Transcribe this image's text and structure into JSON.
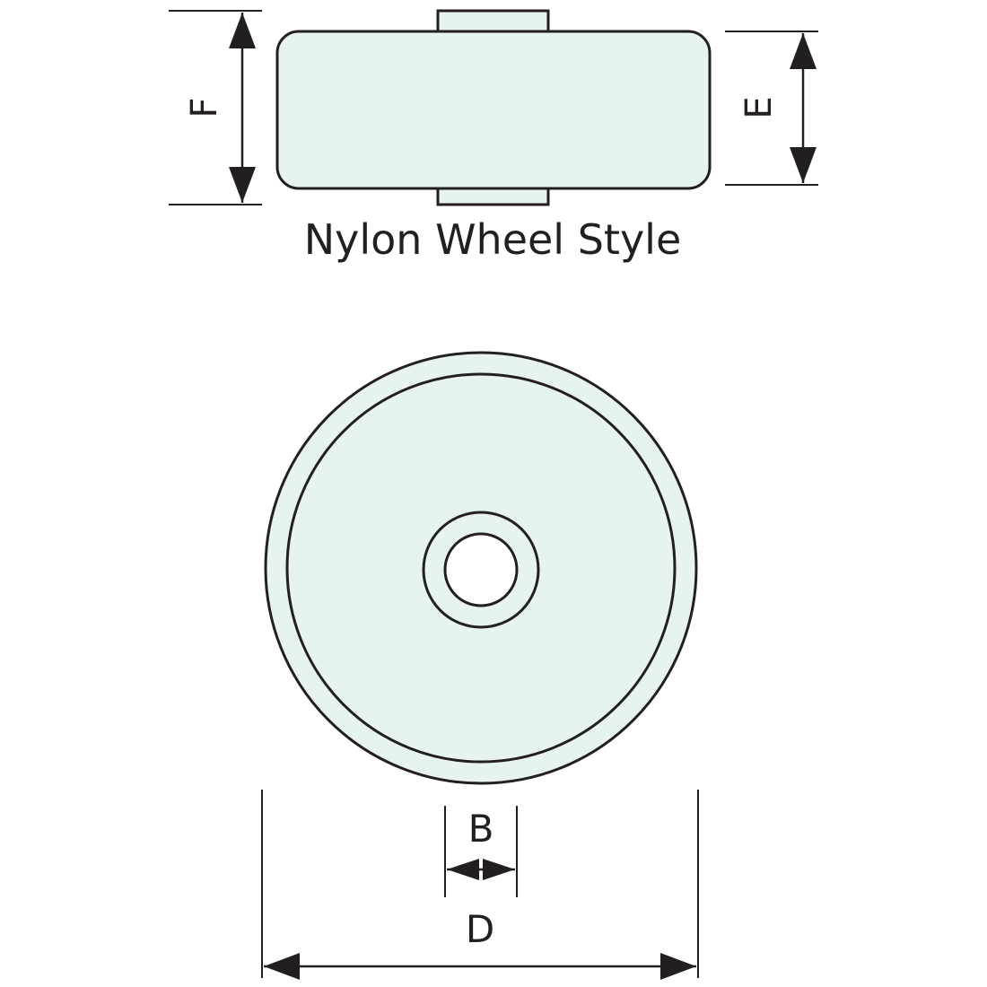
{
  "title": "Nylon Wheel Style",
  "dimensions": {
    "b": "B",
    "d": "D",
    "e": "E",
    "f": "F"
  },
  "colors": {
    "stroke": "#231f20",
    "fill": "#e6f3f1",
    "background": "#ffffff"
  }
}
